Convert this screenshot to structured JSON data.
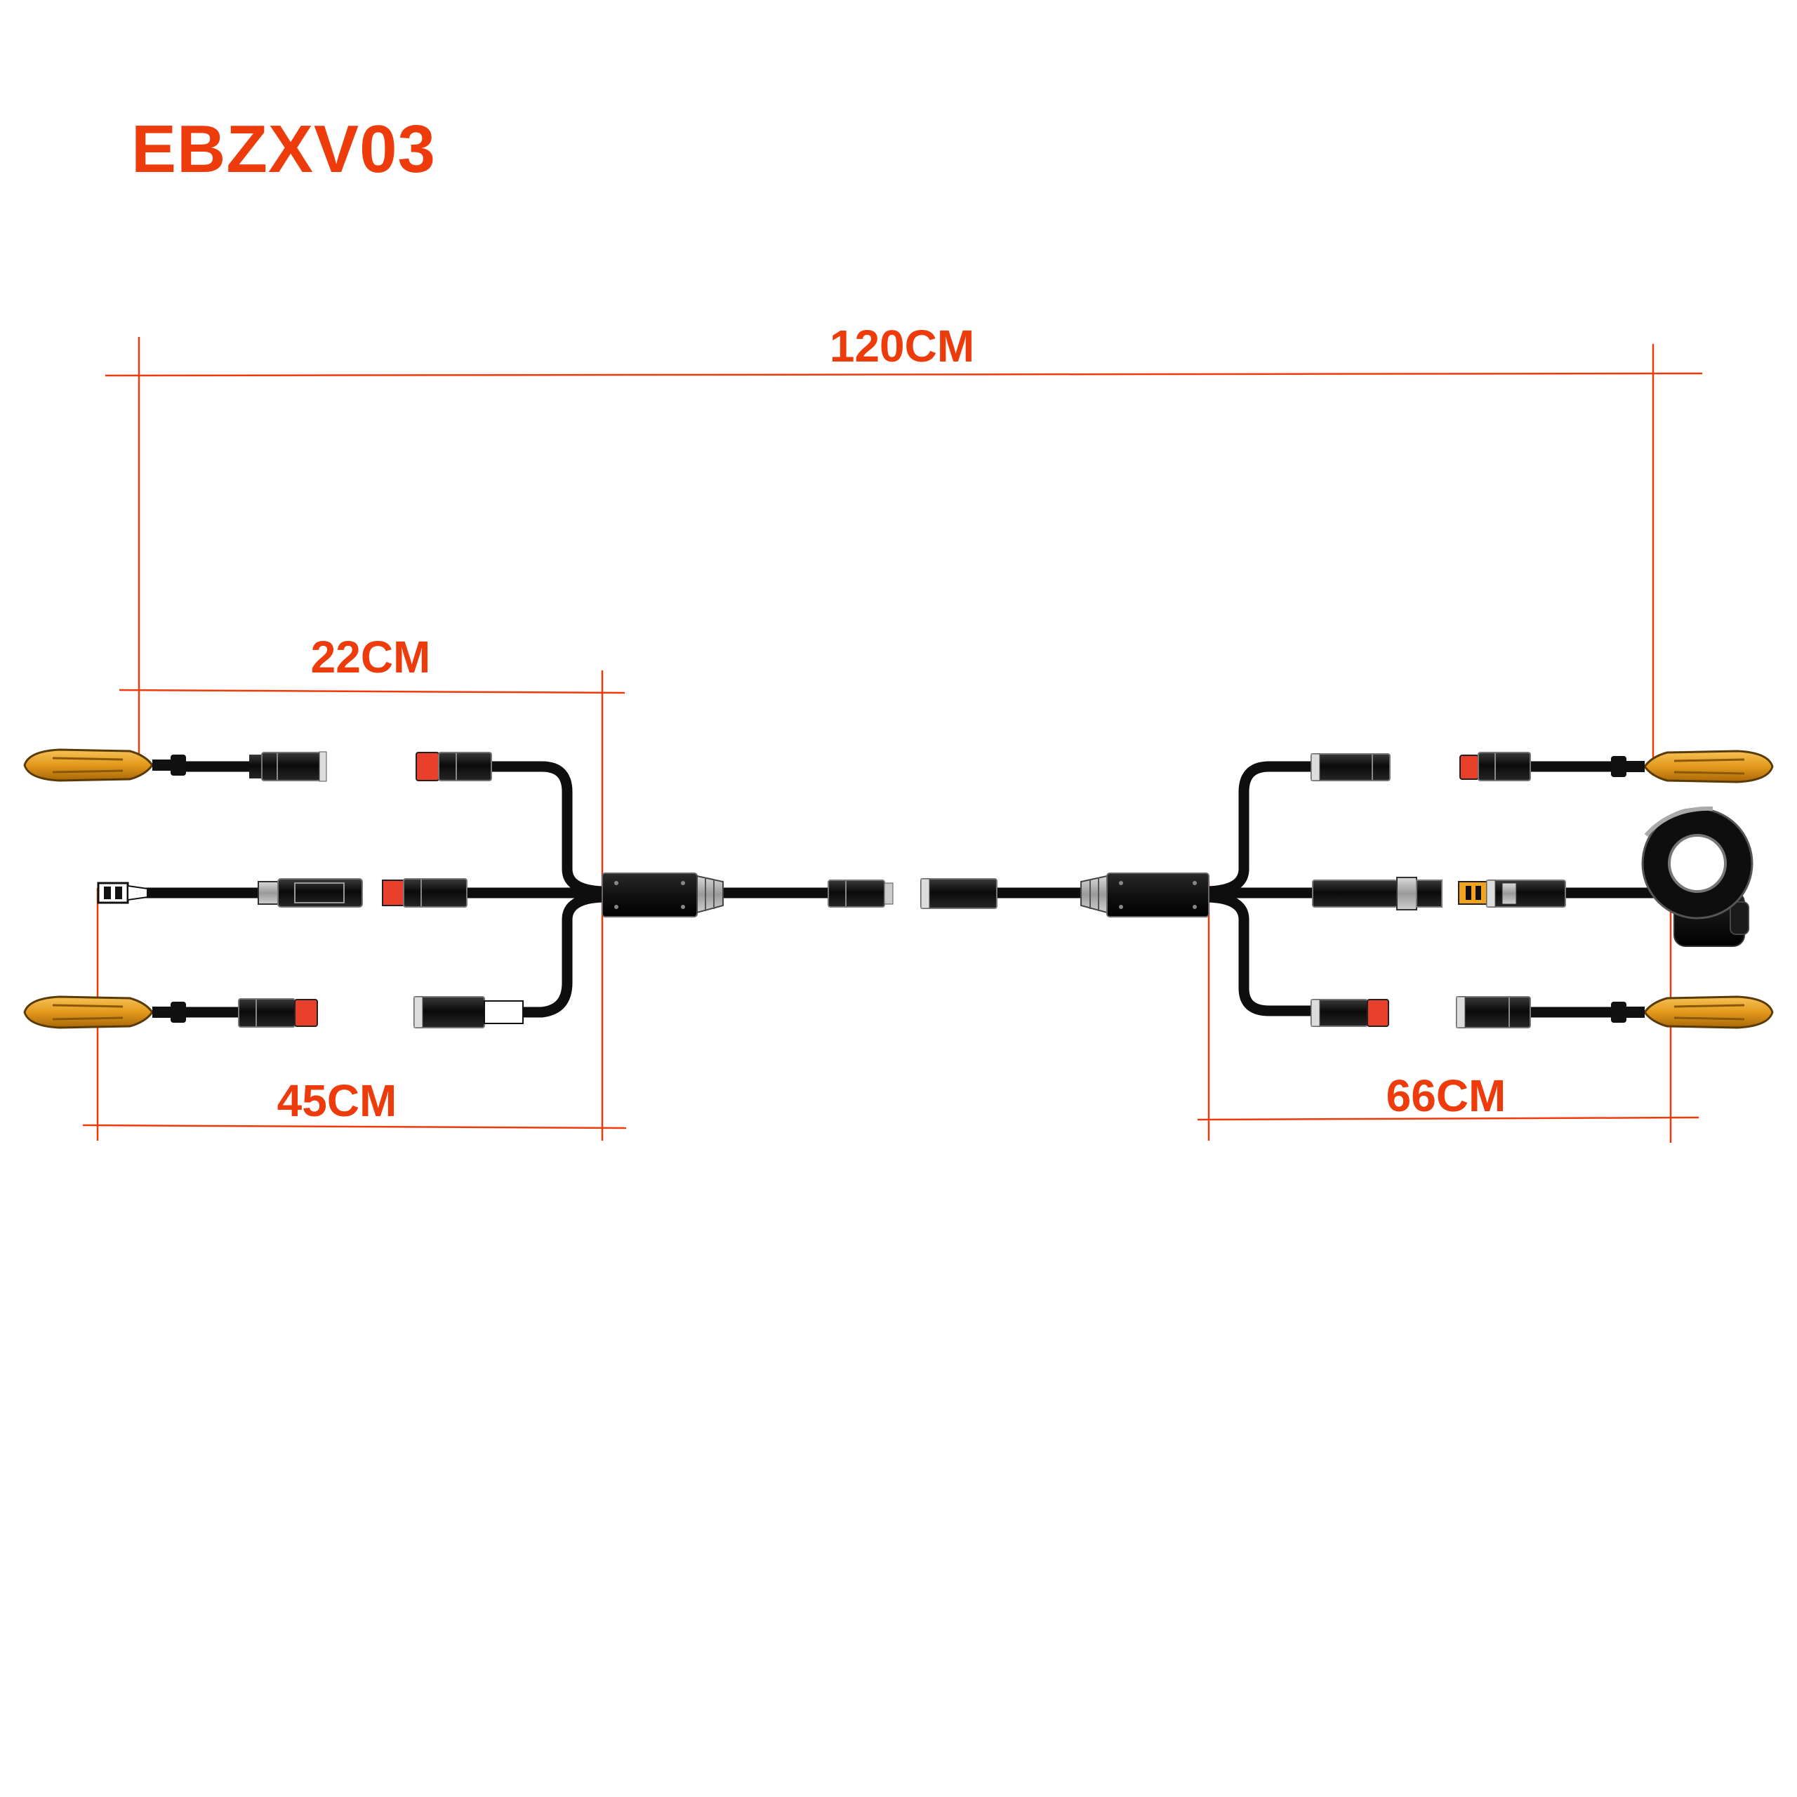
{
  "title": "EBZXV03",
  "colors": {
    "accent": "#ee3b0c",
    "cable": "#0e0e0e",
    "amber": "#e39a1c",
    "connector_red": "#e8402a",
    "background": "#ffffff"
  },
  "dimensions": {
    "total": "120CM",
    "front_branch": "22CM",
    "front_main": "45CM",
    "rear_main": "66CM"
  },
  "components": {
    "turn_signal": "amber-turn-signal-icon",
    "connector": "waterproof-connector-icon",
    "junction_box": "junction-box-icon",
    "switch": "handlebar-switch-icon"
  }
}
